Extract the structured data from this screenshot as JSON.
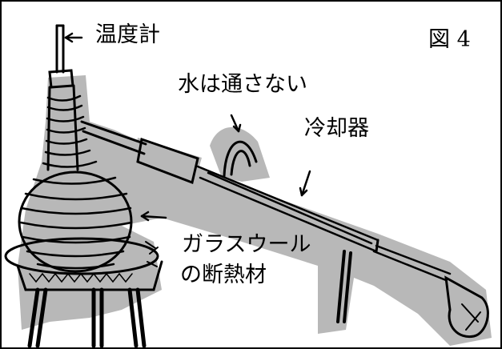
{
  "figure": {
    "figure_number": "図 4",
    "labels": {
      "thermometer": "温度計",
      "no_water": "水は通さない",
      "condenser": "冷却器",
      "glass_wool_line1": "ガラスウール",
      "glass_wool_line2": "の断熱材"
    },
    "colors": {
      "shadow": "#b8b8b8",
      "ink": "#000000",
      "background": "#ffffff"
    }
  }
}
